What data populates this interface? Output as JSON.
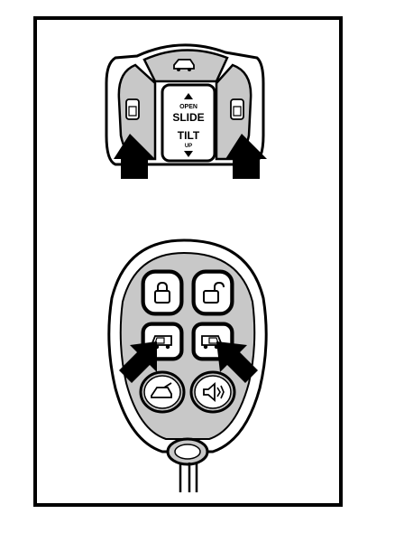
{
  "overhead_console": {
    "center_button": {
      "open_label": "OPEN",
      "slide_label": "SLIDE",
      "tilt_label": "TILT",
      "up_label": "UP"
    },
    "top_icon": "liftgate-icon",
    "left_icon": "left-sliding-door-icon",
    "right_icon": "right-sliding-door-icon"
  },
  "key_fob": {
    "buttons": [
      {
        "icon": "lock-icon"
      },
      {
        "icon": "unlock-icon"
      },
      {
        "icon": "left-sliding-door-icon"
      },
      {
        "icon": "right-sliding-door-icon"
      },
      {
        "icon": "liftgate-icon"
      },
      {
        "icon": "panic-horn-icon"
      }
    ]
  },
  "colors": {
    "ink": "#000000",
    "face": "#c8c8c8",
    "paper": "#ffffff"
  }
}
